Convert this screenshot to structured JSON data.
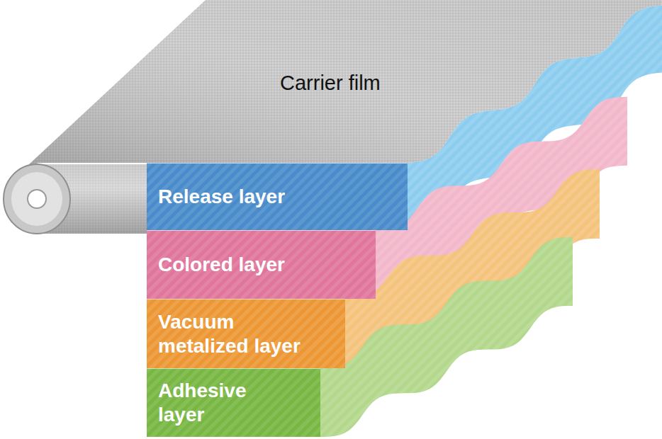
{
  "diagram": {
    "nodes": [
      {
        "text": [
          "Carrier film"
        ]
      },
      {
        "text": [
          "Release layer"
        ]
      },
      {
        "text": [
          "Colored layer"
        ]
      },
      {
        "text": [
          "Vacuum metalized layer"
        ]
      },
      {
        "text": [
          "Adhesive layer"
        ]
      }
    ]
  }
}
